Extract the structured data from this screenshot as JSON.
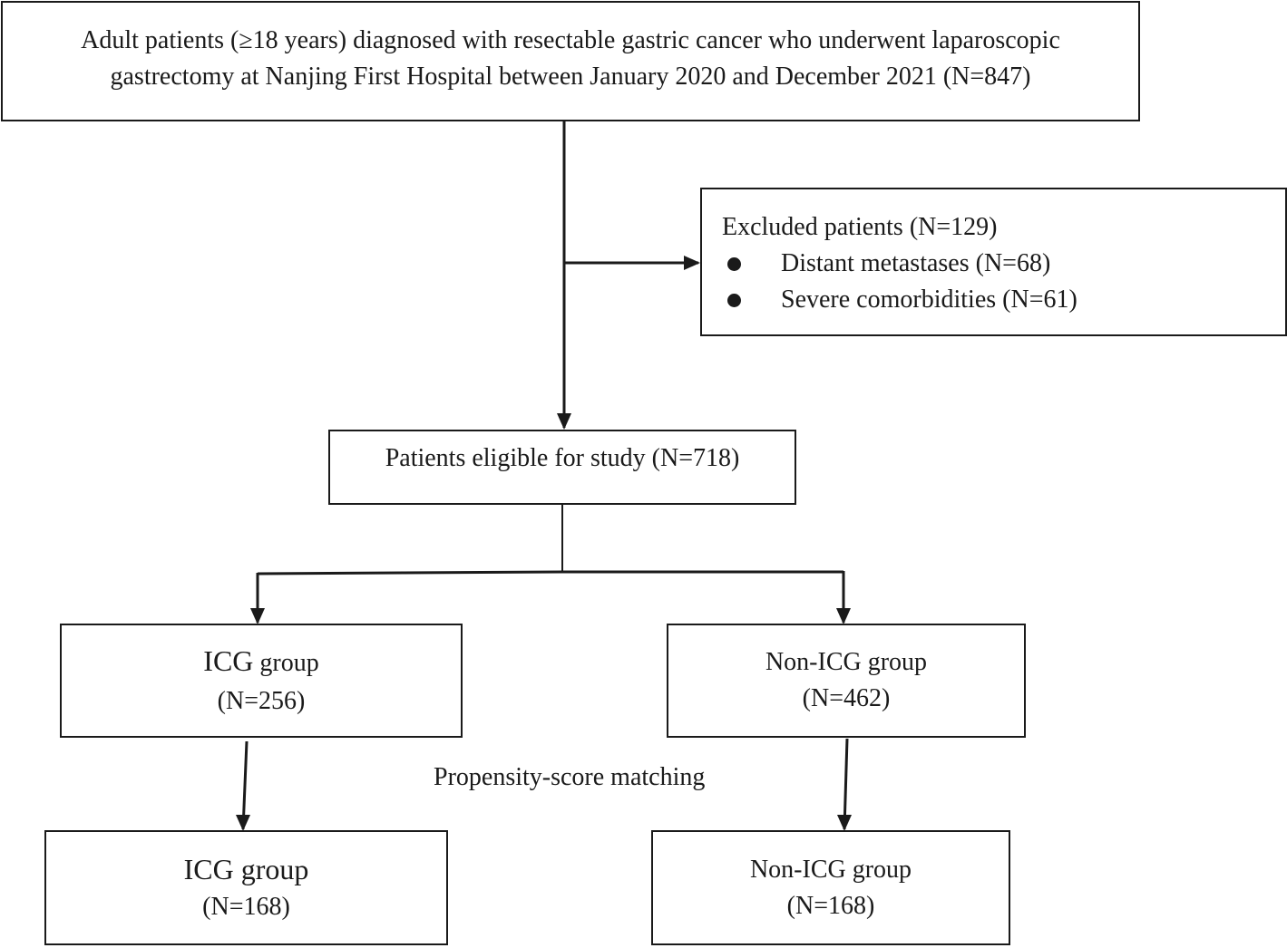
{
  "population": {
    "line1": "Adult patients (≥18 years) diagnosed with resectable gastric cancer who underwent laparoscopic",
    "line2": "gastrectomy at Nanjing First Hospital between January 2020 and December 2021 (N=847)"
  },
  "excluded": {
    "title": "Excluded patients (N=129)",
    "items": [
      "Distant metastases (N=68)",
      "Severe comorbidities (N=61)"
    ]
  },
  "eligible": {
    "label": "Patients eligible for study (N=718)"
  },
  "groups_before": {
    "icg": {
      "name_main": "ICG",
      "name_suffix": " group",
      "count": "(N=256)"
    },
    "non_icg": {
      "name": "Non-ICG group",
      "count": "(N=462)"
    }
  },
  "matching": {
    "label": "Propensity-score matching"
  },
  "groups_after": {
    "icg": {
      "name": "ICG group",
      "count": "(N=168)"
    },
    "non_icg": {
      "name": "Non-ICG group",
      "count": "(N=168)"
    }
  }
}
